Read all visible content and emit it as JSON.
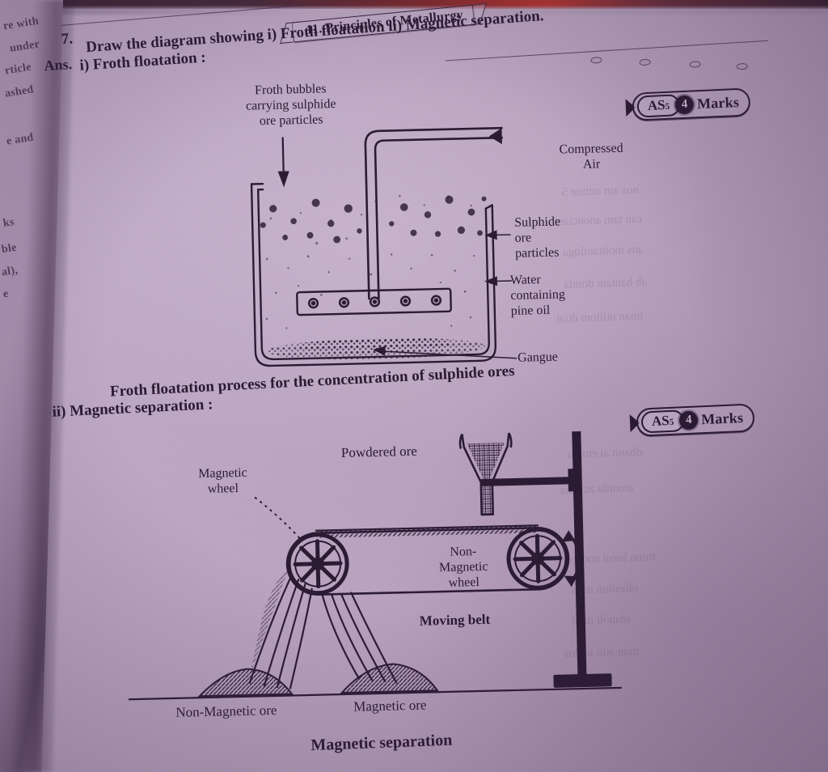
{
  "page": {
    "background_color": "#b8a2be",
    "ink_color": "#2b1b33"
  },
  "banner": {
    "text": "11. Principles of Metallurgy"
  },
  "question": {
    "number": "7.",
    "prompt": "Draw the diagram showing i) Froth floatation ii) Magnetic separation.",
    "answer_label": "Ans.",
    "part_one_heading": "i) Froth floatation :",
    "part_two_heading": "ii) Magnetic separation :"
  },
  "badges": [
    {
      "id": "badge-froth",
      "academic_standard": "AS",
      "standard_sub": "5",
      "marks_number": "4",
      "marks_label": "Marks"
    },
    {
      "id": "badge-magnetic",
      "academic_standard": "AS",
      "standard_sub": "5",
      "marks_number": "4",
      "marks_label": "Marks"
    }
  ],
  "froth_diagram": {
    "caption": "Froth floatation process for the concentration of sulphide ores",
    "labels": {
      "froth_bubbles": "Froth bubbles\ncarrying sulphide\nore particles",
      "froth_bubbles_line1": "Froth bubbles",
      "froth_bubbles_line2": "carrying sulphide",
      "froth_bubbles_line3": "ore particles",
      "compressed_air_line1": "Compressed",
      "compressed_air_line2": "Air",
      "sulphide_line1": "Sulphide",
      "sulphide_line2": "ore",
      "sulphide_line3": "particles",
      "water_line1": "Water",
      "water_line2": "containing",
      "water_line3": "pine oil",
      "gangue": "Gangue"
    }
  },
  "magnetic_diagram": {
    "caption": "Magnetic separation",
    "labels": {
      "powdered_ore": "Powdered ore",
      "magnetic_wheel_line1": "Magnetic",
      "magnetic_wheel_line2": "wheel",
      "non_magnetic_wheel_line1": "Non-",
      "non_magnetic_wheel_line2": "Magnetic",
      "non_magnetic_wheel_line3": "wheel",
      "moving_belt": "Moving belt",
      "non_magnetic_ore": "Non-Magnetic ore",
      "magnetic_ore": "Magnetic ore"
    }
  },
  "facing_page_fragments": [
    "re with",
    "under",
    "rticle",
    "ashed",
    "e and",
    "ks",
    "ble",
    "al),",
    "e"
  ]
}
